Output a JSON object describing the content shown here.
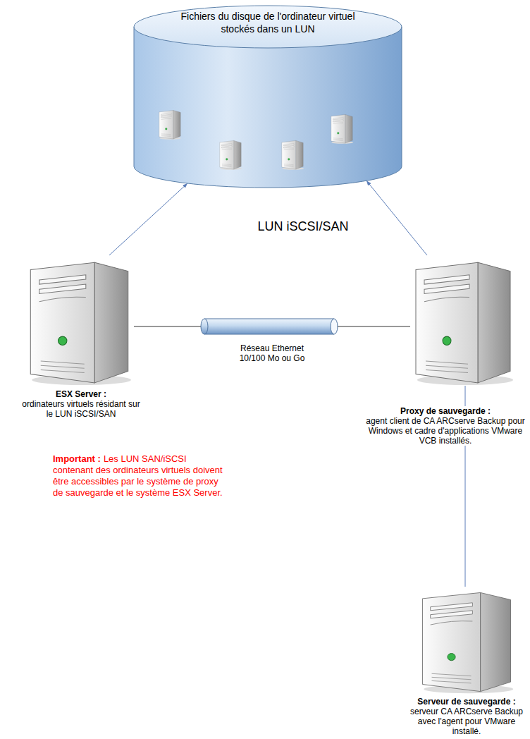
{
  "diagram": {
    "nodes": [
      {
        "text": [
          "Fichiers du disque de l'ordinateur virtuel stockés dans un LUN",
          "LUN iSCSI/SAN"
        ]
      },
      {
        "text": [
          "ESX Server :",
          "ordinateurs virtuels résidant sur le LUN iSCSI/SAN"
        ]
      },
      {
        "text": [
          "Proxy de sauvegarde :",
          "agent client de CA ARCserve Backup pour Windows et cadre d'applications VMware VCB installés."
        ]
      },
      {
        "text": [
          "Serveur de sauvegarde :",
          "serveur CA ARCserve Backup avec l'agent pour VMware installé."
        ]
      }
    ],
    "edges": [
      {
        "from": 1,
        "to": 0,
        "arrow": "to"
      },
      {
        "from": 2,
        "to": 0,
        "arrow": "to"
      },
      {
        "from": 1,
        "to": 2,
        "label": "Réseau Ethernet 10/100 Mo ou Go",
        "arrow": "none"
      },
      {
        "from": 2,
        "to": 3,
        "arrow": "none"
      }
    ],
    "labels": [
      "Important :",
      "Les LUN SAN/iSCSI contenant des ordinateurs virtuels doivent être accessibles par le système de proxy de sauvegarde et le système ESX Server."
    ]
  }
}
